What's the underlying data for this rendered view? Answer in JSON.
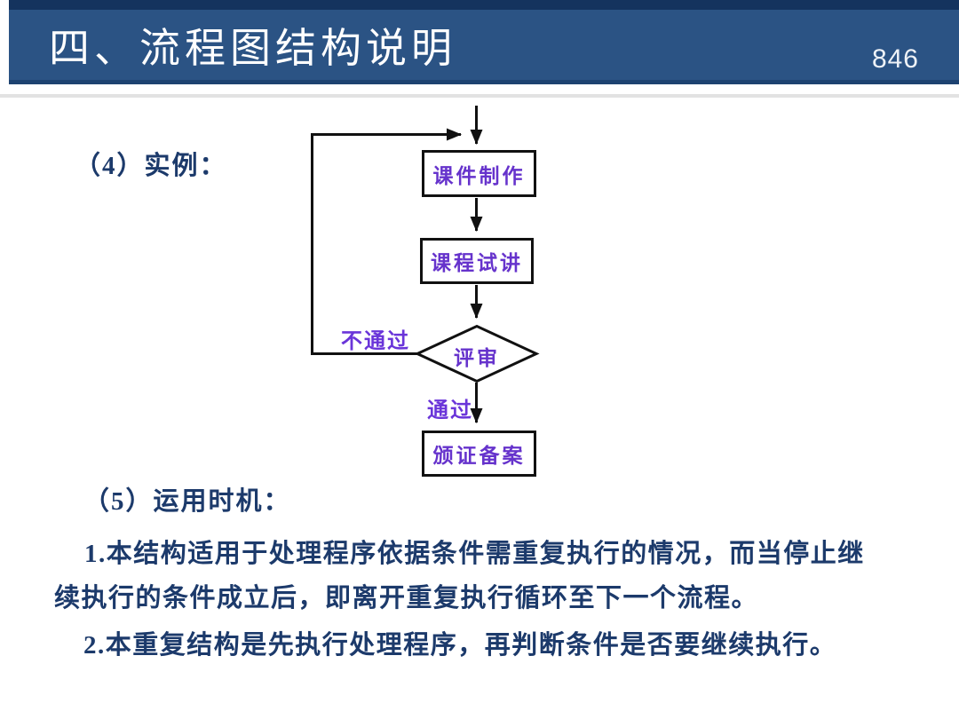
{
  "slide": {
    "header": {
      "title": "四、流程图结构说明",
      "page_number": "846"
    },
    "sections": {
      "example_label": "（4）实例：",
      "timing_label": "（5）运用时机：",
      "point1_line1": "1.本结构适用于处理程序依据条件需重复执行的情况，而当停止继",
      "point1_line2": "续执行的条件成立后，即离开重复执行循环至下一个流程。",
      "point2": "2.本重复结构是先执行处理程序，再判断条件是否要继续执行。"
    },
    "flowchart": {
      "type": "flowchart",
      "nodes": [
        {
          "id": "step-courseware",
          "shape": "process",
          "label": "课件制作"
        },
        {
          "id": "step-trial",
          "shape": "process",
          "label": "课程试讲"
        },
        {
          "id": "step-review",
          "shape": "decision",
          "label": "评审"
        },
        {
          "id": "step-certify",
          "shape": "process",
          "label": "颁证备案"
        }
      ],
      "edges": [
        {
          "from": "start",
          "to": "step-courseware",
          "label": ""
        },
        {
          "from": "step-courseware",
          "to": "step-trial",
          "label": ""
        },
        {
          "from": "step-trial",
          "to": "step-review",
          "label": ""
        },
        {
          "from": "step-review",
          "to": "step-courseware",
          "label": "不通过"
        },
        {
          "from": "step-review",
          "to": "step-certify",
          "label": "通过"
        }
      ],
      "colors": {
        "node_text": "#6633cc",
        "line": "#111111",
        "node_fill": "#ffffff"
      }
    },
    "colors": {
      "background": "#ffffff",
      "header_bg": "#2b5384",
      "header_top_strip": "#14335e",
      "header_bottom_strip": "#1d4270",
      "header_text": "#ffffff",
      "body_text": "#1c3a6b"
    }
  }
}
